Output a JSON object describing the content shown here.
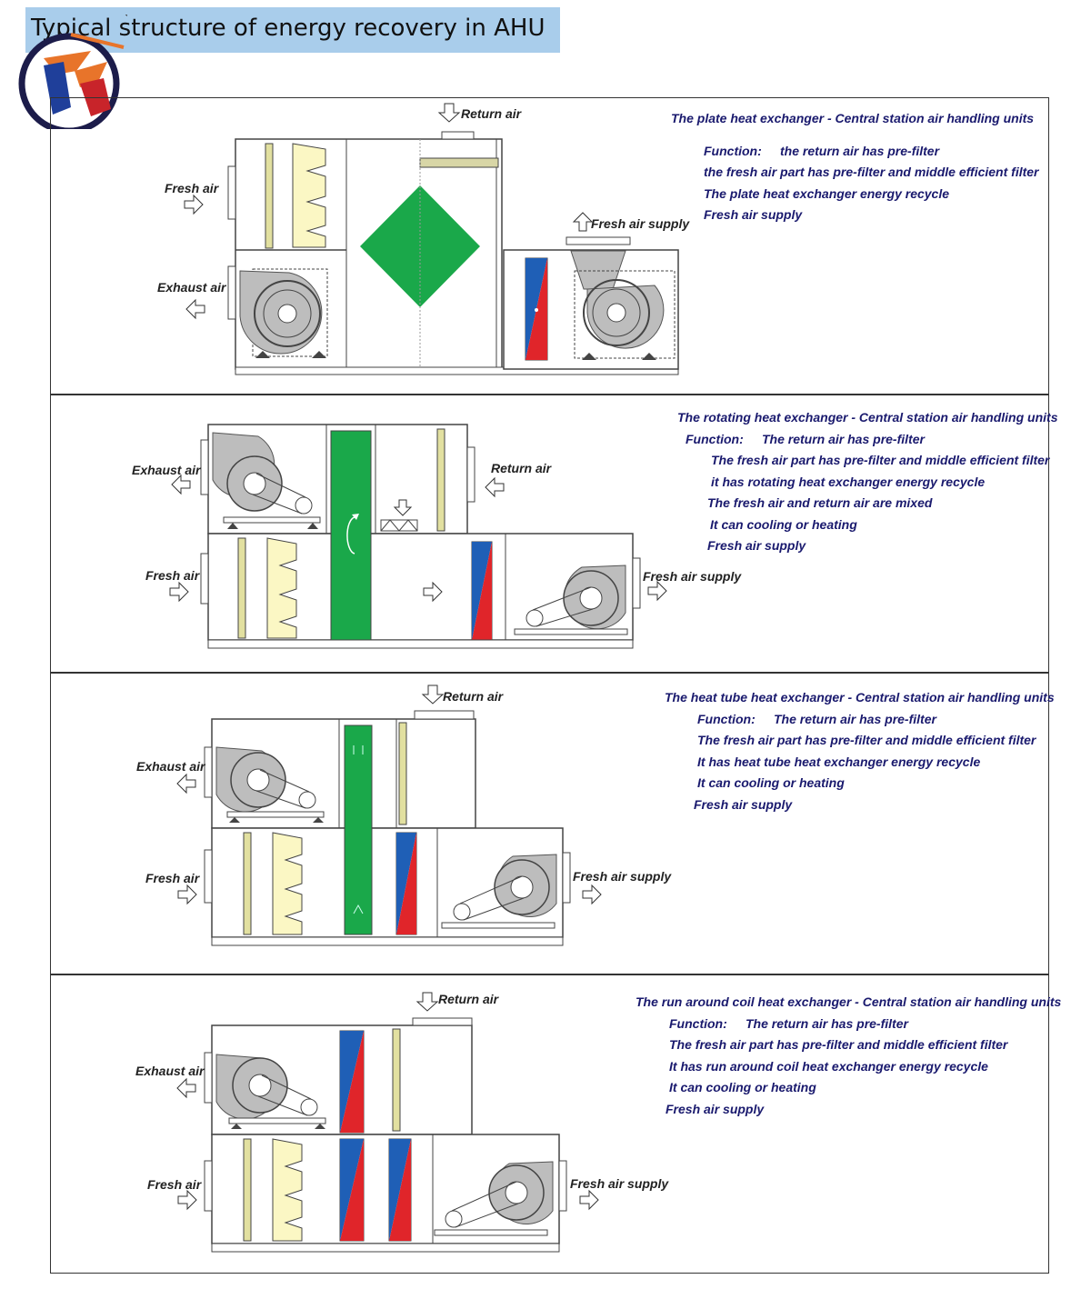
{
  "title": "Typical structure of energy recovery in AHU",
  "logo": {
    "name": "company-logo"
  },
  "colors": {
    "green": "#1aa84a",
    "blue": "#1f5fb6",
    "red": "#e0252a",
    "filter_yellow": "#fbf7c4",
    "title_bg": "#a9cdeb",
    "text_blue": "#1a1a6e"
  },
  "sections": [
    {
      "labels": {
        "return_air": "Return air",
        "fresh_air": "Fresh air",
        "exhaust_air": "Exhaust air",
        "fresh_air_supply": "Fresh air supply"
      },
      "heading": "The plate heat exchanger - Central station air handling units",
      "function_label": "Function:",
      "lines": [
        "the return air has pre-filter",
        "the fresh air part has pre-filter and middle efficient filter",
        "The plate heat exchanger energy recycle",
        "Fresh air supply"
      ]
    },
    {
      "labels": {
        "exhaust_air": "Exhaust air",
        "return_air": "Return air",
        "fresh_air": "Fresh air",
        "fresh_air_supply": "Fresh air supply"
      },
      "heading": "The rotating heat exchanger - Central station air handling units",
      "function_label": "Function:",
      "lines": [
        "The return air has pre-filter",
        "The fresh air part has pre-filter and middle efficient filter",
        "it has rotating heat exchanger energy recycle",
        "The fresh air and return air are mixed",
        "It can cooling or heating",
        "Fresh air supply"
      ]
    },
    {
      "labels": {
        "return_air": "Return air",
        "exhaust_air": "Exhaust air",
        "fresh_air": "Fresh air",
        "fresh_air_supply": "Fresh air supply"
      },
      "heading": "The heat tube heat exchanger - Central station air handling units",
      "function_label": "Function:",
      "lines": [
        "The return air has pre-filter",
        "The fresh air part has pre-filter and middle efficient filter",
        "It has heat tube heat exchanger energy recycle",
        "It can cooling or heating",
        "Fresh air supply"
      ]
    },
    {
      "labels": {
        "return_air": "Return air",
        "exhaust_air": "Exhaust air",
        "fresh_air": "Fresh air",
        "fresh_air_supply": "Fresh air supply"
      },
      "heading": "The run around coil heat exchanger - Central station air handling units",
      "function_label": "Function:",
      "lines": [
        "The return air has pre-filter",
        "The fresh air part has pre-filter and middle efficient filter",
        "It has run around coil heat exchanger energy recycle",
        "It can cooling or heating",
        "Fresh air supply"
      ]
    }
  ]
}
